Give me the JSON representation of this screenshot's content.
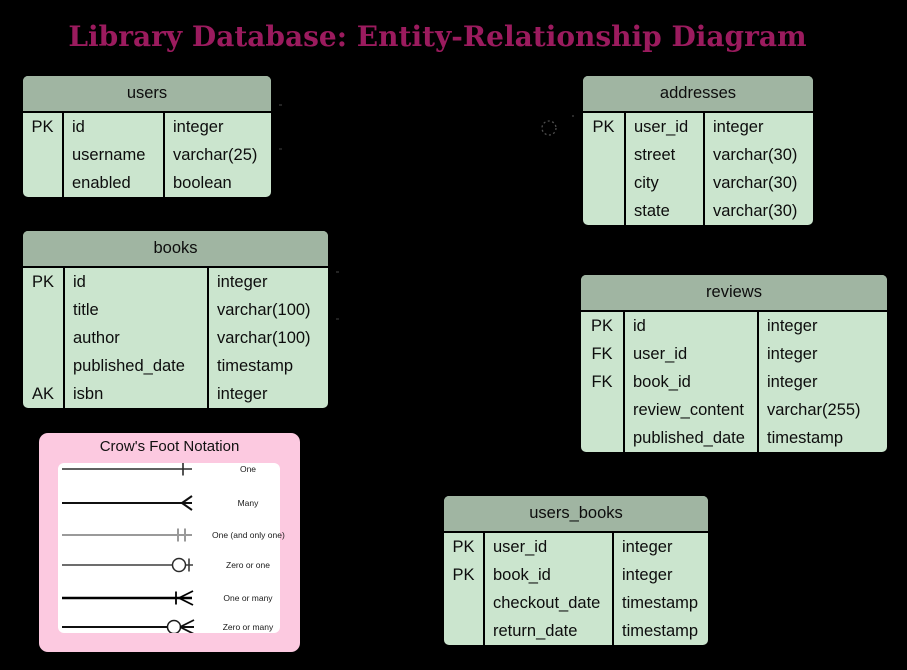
{
  "title": "Library Database: Entity-Relationship Diagram",
  "tables": {
    "users": {
      "name": "users",
      "rows": [
        {
          "key": "PK",
          "field": "id",
          "type": "integer"
        },
        {
          "key": "",
          "field": "username",
          "type": "varchar(25)"
        },
        {
          "key": "",
          "field": "enabled",
          "type": "boolean"
        }
      ]
    },
    "books": {
      "name": "books",
      "rows": [
        {
          "key": "PK",
          "field": "id",
          "type": "integer"
        },
        {
          "key": "",
          "field": "title",
          "type": "varchar(100)"
        },
        {
          "key": "",
          "field": "author",
          "type": "varchar(100)"
        },
        {
          "key": "",
          "field": "published_date",
          "type": "timestamp"
        },
        {
          "key": "AK",
          "field": "isbn",
          "type": "integer"
        }
      ]
    },
    "addresses": {
      "name": "addresses",
      "rows": [
        {
          "key": "PK",
          "field": "user_id",
          "type": "integer"
        },
        {
          "key": "",
          "field": "street",
          "type": "varchar(30)"
        },
        {
          "key": "",
          "field": "city",
          "type": "varchar(30)"
        },
        {
          "key": "",
          "field": "state",
          "type": "varchar(30)"
        }
      ]
    },
    "reviews": {
      "name": "reviews",
      "rows": [
        {
          "key": "PK",
          "field": "id",
          "type": "integer"
        },
        {
          "key": "FK",
          "field": "user_id",
          "type": "integer"
        },
        {
          "key": "FK",
          "field": "book_id",
          "type": "integer"
        },
        {
          "key": "",
          "field": "review_content",
          "type": "varchar(255)"
        },
        {
          "key": "",
          "field": "published_date",
          "type": "timestamp"
        }
      ]
    },
    "users_books": {
      "name": "users_books",
      "rows": [
        {
          "key": "PK",
          "field": "user_id",
          "type": "integer"
        },
        {
          "key": "PK",
          "field": "book_id",
          "type": "integer"
        },
        {
          "key": "",
          "field": "checkout_date",
          "type": "timestamp"
        },
        {
          "key": "",
          "field": "return_date",
          "type": "timestamp"
        }
      ]
    }
  },
  "legend": {
    "title": "Crow's Foot Notation",
    "items": [
      {
        "label": "One",
        "symbol": "one"
      },
      {
        "label": "Many",
        "symbol": "many"
      },
      {
        "label": "One (and only one)",
        "symbol": "one-and-only-one"
      },
      {
        "label": "Zero or one",
        "symbol": "zero-or-one"
      },
      {
        "label": "One or many",
        "symbol": "one-or-many"
      },
      {
        "label": "Zero or many",
        "symbol": "zero-or-many"
      }
    ]
  },
  "colors": {
    "background": "#000000",
    "table_header": "#a0b5a2",
    "table_body": "#cbe5ce",
    "table_border": "#000000",
    "title_text": "#9b1b5e",
    "legend_background": "#fcc9e0",
    "legend_panel": "#ffffff"
  }
}
